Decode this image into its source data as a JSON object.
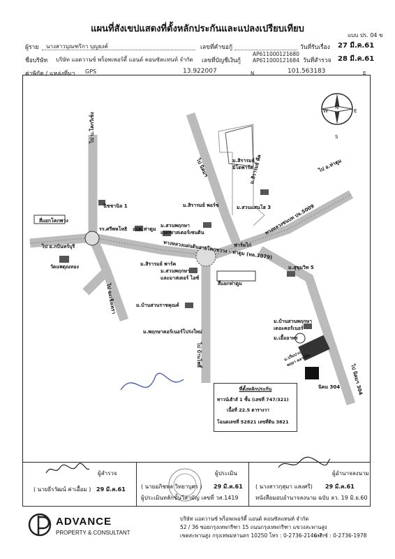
{
  "title": "แผนที่สังเขปแสดงที่ตั้งหลักประกันและแปลงเปรียบเทียบ",
  "form_code": "แบบ ปร. 04 ข",
  "header": {
    "surveyee_label": "ผู้ราย",
    "surveyee_value": "นางสาวบุณฑริกา บุญยงค์",
    "request_no_label": "เลขที่คำขอกู้",
    "request_date_label": "วันที่รับเรื่อง",
    "request_date_value": "27 มี.ค.61",
    "company_label": "ชื่อบริษัท",
    "company_value": "บริษัท แอดวานซ์ พร็อพเพอร์ตี้ แอนด์ คอนซัลแทนท์ จำกัด",
    "account_label": "เลขที่บัญชีเงินกู้",
    "account_value_1": "AP611000121680",
    "account_value_2": "AP611000121684",
    "survey_date_label": "วันที่สำรวจ",
    "survey_date_value": "28 มี.ค.61",
    "coord_label": "ค่าพิกัด / แหล่งที่มา",
    "coord_source": "GPS",
    "lat_value": "13.922007",
    "lat_unit": "N",
    "lon_value": "101.563183",
    "lon_unit": "E"
  },
  "compass": {
    "n": "N",
    "s": "S",
    "e": "E",
    "w": "W"
  },
  "map_labels": {
    "to_muen_khlong": "ไป บ.โคกวิเซ็ง",
    "nichcharanil": "นิชชานิล 1",
    "rr_sriphahon": "รร.ศรีพหโหธิ",
    "obt": "อบต.ท่าตูม",
    "m_suansaksin": "ม.สวนพฤกษา",
    "m_suansaksin_2": "แทกซาสเตอร์เซนติน",
    "wat": "วัดแพดุณทอง",
    "to_kok_pip": "ไป อ.กบินทร์บุรี",
    "sao_lek": "สี่แยกโคกพวง",
    "m_siravee_park": "ม.สิรารมย์ พาร์ค",
    "m_suan_2": "ม.สวนพฤกษา",
    "m_suan_2b": "และมาสเตอร์ ไอซ์",
    "m_siravee_porch": "ม.สิรารมย์ พอร์ช",
    "m_saensuk": "ม.สวนแสนโฮ 3",
    "main_road": "ทางหลวงแผ่นดินสายโคกขวาง - ท่าตูม (ทล.3079)",
    "road_5009": "ทางหลวงชนบท ปจ.5009",
    "fairplay": "ฟาร์มไก่",
    "m_sukhumvit": "ม.สุขุมวิท 5",
    "sao_tatum": "สี่แยกท่าตูม",
    "m_baan_suan_khun": "ม.บ้านสวนราชคุณค์",
    "m_phrueksa_poleng": "ม.พฤกษาคอร์เนอร์โปร่งใหม่",
    "to_ban_pho": "ไป บ้านโพธิ์",
    "to_chachoengsao": "ไป ฉะเชิงเทรา",
    "to_tatum": "ไป อ.ท่าตูม",
    "m_siravee_mid": "ม.สิรารมย์",
    "m_siravee_mid2": "มิโดพาร์ค",
    "m_siravee_north": "ม.สิรารมย์ พีค",
    "m_baan_suan_corner": "ม.บ้านสวนพฤกษา",
    "m_baan_suan_corner2": "เดอะคอร์เนอร์",
    "m_yordphrasam": "ม.เอื้ออาทร",
    "nikom": "นิคม 304",
    "subject": "ม.ปริ่มปาก",
    "subject2": "พฤษา คลาสสิค",
    "to_nikom_304": "ไป นิคมฯ 304",
    "north_road": "ไป นิคมฯ",
    "info_title": "ที่ตั้งหลักประกัน",
    "info_line1": "ทาวน์เฮ้าส์ 1 ชั้น (เลขที่ 747/321)",
    "info_line2": "เนื้อที่ 22.5 ตารางวา",
    "info_line3": "โฉนดเลขที่ 52821 เลขที่ดิน 3821"
  },
  "signatures": {
    "surveyor_role": "ผู้สำรวจ",
    "surveyor_name": "( นายธีรวัฒน์ ค่าเอื้อม )",
    "surveyor_date": "29 มี.ค.61",
    "evaluator_role": "ผู้ประเมิน",
    "evaluator_name": "( นายอภิชพล วิทยาบุศร )",
    "evaluator_date": "29 มี.ค.61",
    "evaluator_license": "ผู้ประเมินหลักขั้นวิสามัญ เลขที่ วส.1419",
    "approver_role": "ผู้อำนาจลงนาม",
    "approver_name": "( นางสาวกุสุมา แสงศรี)",
    "approver_date": "29 มี.ค.61",
    "approver_note": "หนังสือมอบอำนาจลงนาม ฉบับ ลว. 19 มิ.ย.60"
  },
  "footer": {
    "logo_text": "ADVANCE",
    "logo_sub": "PROPERTY & CONSULTANT",
    "company_name": "บริษัท แอดวานซ์ พร็อพเพอร์ตี้ แอนด์ คอนซัลแทนท์ จำกัด",
    "address": "52 / 36 ซอยกรุงเทพกรีฑา 15 ถนนกรุงเทพกรีฑา แขวงสะพานสูง",
    "address2": "เขตสะพานสูง กรุงเทพมหานคร 10250 โทร : 0-2736-2146-7",
    "fax": "แฟกซ์ : 0-2736-1978"
  }
}
